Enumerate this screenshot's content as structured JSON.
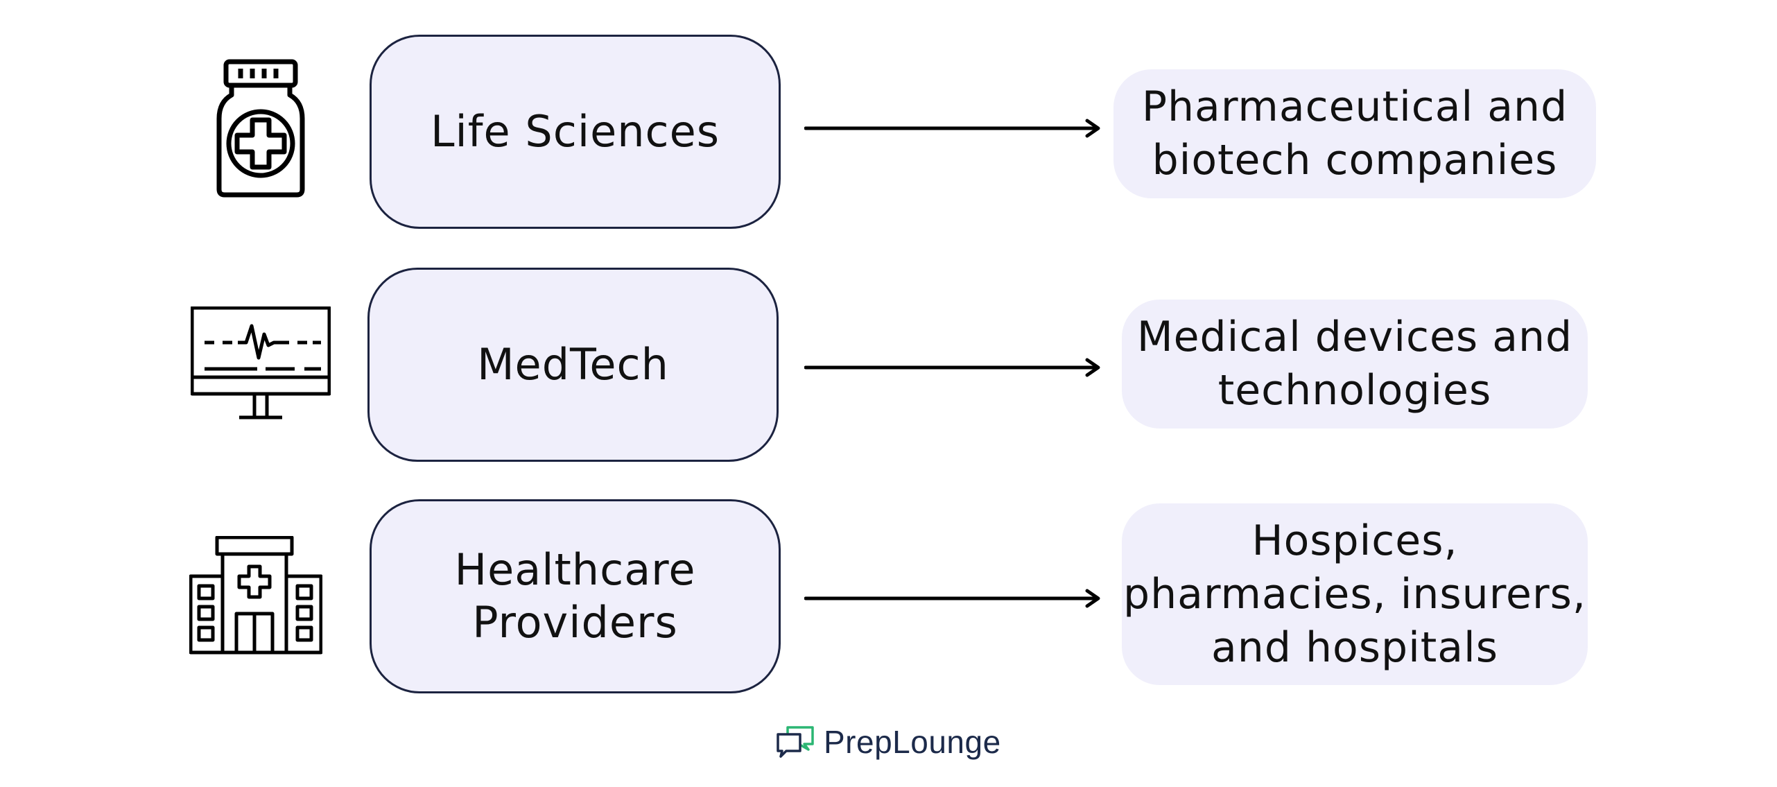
{
  "rows": [
    {
      "icon": "medicine-bottle-icon",
      "sector": "Life Sciences",
      "detail": "Pharmaceutical and\nbiotech companies"
    },
    {
      "icon": "heart-monitor-icon",
      "sector": "MedTech",
      "detail": "Medical devices and\ntechnologies"
    },
    {
      "icon": "hospital-building-icon",
      "sector": "Healthcare\nProviders",
      "detail": "Hospices,\npharmacies, insurers,\nand hospitals"
    }
  ],
  "brand": {
    "name": "PrepLounge",
    "icon": "chat-bubbles-logo-icon"
  },
  "colors": {
    "box_fill": "#f0effb",
    "box_border": "#1c2340",
    "text": "#111111",
    "brand_text": "#1c2a4a",
    "brand_accent": "#2bb673"
  }
}
